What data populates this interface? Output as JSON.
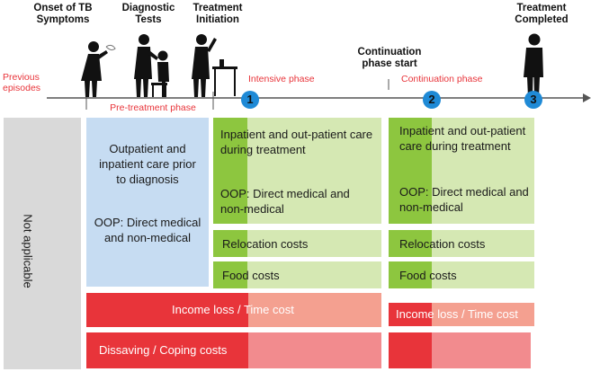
{
  "milestones": {
    "onset": "Onset of TB Symptoms",
    "diagnostic": "Diagnostic Tests",
    "initiation": "Treatment Initiation",
    "continuation_start": "Continuation phase start",
    "completed": "Treatment Completed"
  },
  "phases": {
    "previous": "Previous episodes",
    "pre_treatment": "Pre-treatment phase",
    "intensive": "Intensive phase",
    "continuation": "Continuation phase"
  },
  "markers": [
    "1",
    "2",
    "3"
  ],
  "boxes": {
    "not_applicable": "Not applicable",
    "pre_treatment_care": "Outpatient and inpatient care prior to diagnosis",
    "pre_treatment_oop": "OOP: Direct medical and non-medical",
    "intensive_care": "Inpatient and out-patient care during treatment",
    "intensive_oop": "OOP: Direct medical and non-medical",
    "intensive_relocation": "Relocation costs",
    "intensive_food": "Food costs",
    "continuation_care": "Inpatient and out-patient care during treatment",
    "continuation_oop": "OOP: Direct medical and non-medical",
    "continuation_relocation": "Relocation costs",
    "continuation_food": "Food costs",
    "income_loss": "Income loss / Time cost",
    "income_loss_cont": "Income loss / Time cost",
    "dissaving": "Dissaving / Coping costs"
  },
  "colors": {
    "red": "#e8343a",
    "salmon": "#f4a090",
    "pink": "#f28b8e",
    "blue_marker": "#1f8ad6",
    "light_green": "#d5e8b3",
    "dark_green": "#8dc63f",
    "light_blue": "#c6dcf2",
    "grey": "#d9d9d9"
  }
}
